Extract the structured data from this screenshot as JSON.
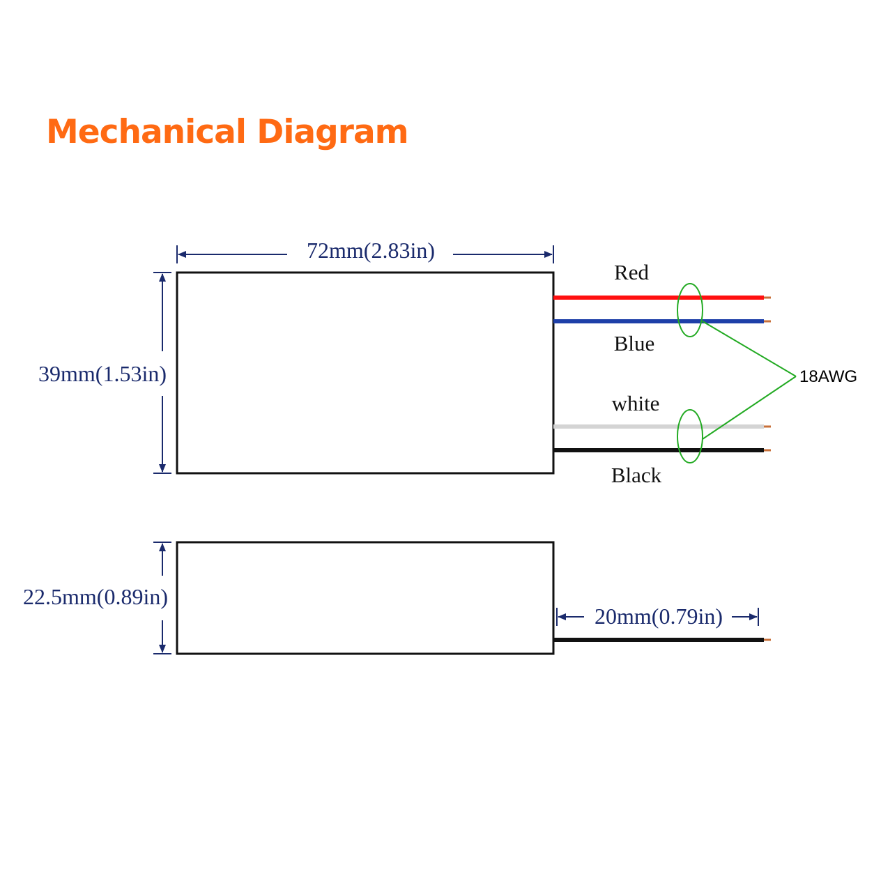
{
  "title": "Mechanical Diagram",
  "dimensions": {
    "length": "72mm(2.83in)",
    "width": "39mm(1.53in)",
    "height": "22.5mm(0.89in)",
    "wire_length": "20mm(0.79in)"
  },
  "wires": {
    "red": {
      "label": "Red",
      "color": "#ff1010"
    },
    "blue": {
      "label": "Blue",
      "color": "#1e3fa8"
    },
    "white": {
      "label": "white",
      "color": "#d4d4d4"
    },
    "black": {
      "label": "Black",
      "color": "#111111"
    }
  },
  "gauge_label": "18AWG",
  "colors": {
    "title": "#ff6a13",
    "dimension": "#1a2a6c",
    "callout": "#22aa22",
    "wire_tip": "#c8703a"
  }
}
